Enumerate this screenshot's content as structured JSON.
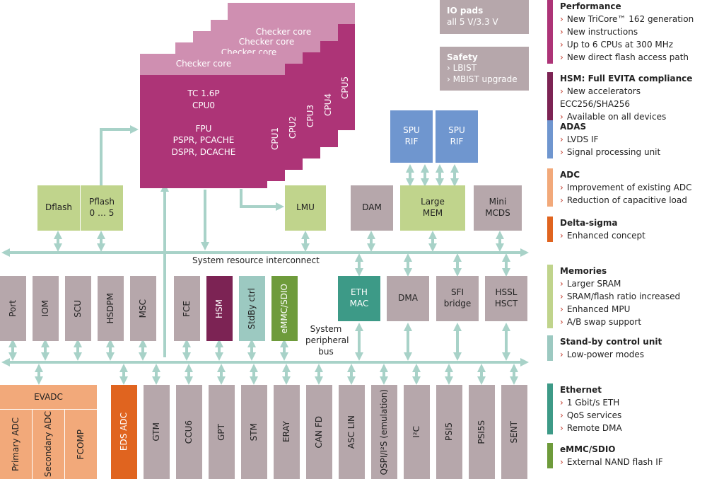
{
  "cpu": {
    "checker": "Checker core",
    "main_lines": [
      "TC 1.6P",
      "CPU0",
      "",
      "FPU",
      "PSPR, PCACHE",
      "DSPR, DCACHE"
    ],
    "labels": [
      "CPU1",
      "CPU2",
      "CPU3",
      "CPU4",
      "CPU5"
    ]
  },
  "io_pads": {
    "title": "IO pads",
    "text": "all 5 V/3.3 V"
  },
  "safety": {
    "title": "Safety",
    "items": [
      "LBIST",
      "MBIST upgrade"
    ]
  },
  "spu": [
    "SPU\nRIF",
    "SPU\nRIF"
  ],
  "flash": {
    "dflash": "Dflash",
    "pflash": "Pflash\n0 … 5"
  },
  "lmu": "LMU",
  "dam": "DAM",
  "large_mem": "Large\nMEM",
  "mini_mcds": "Mini\nMCDS",
  "sri_label": "System resource interconnect",
  "spb_label": "System\nperipheral\nbus",
  "mid_row": [
    "Port",
    "IOM",
    "SCU",
    "HSDPM",
    "MSC",
    "FCE",
    "HSM",
    "StdBy ctrl",
    "eMMC/SDIO"
  ],
  "eth": "ETH\nMAC",
  "dma": "DMA",
  "sfi": "SFI\nbridge",
  "hssl": "HSSL\nHSCT",
  "evadc": {
    "title": "EVADC",
    "subs": [
      "Primary ADC",
      "Secondary ADC",
      "FCOMP"
    ]
  },
  "bottom_row": [
    "EDS ADC",
    "GTM",
    "CCU6",
    "GPT",
    "STM",
    "ERAY",
    "CAN FD",
    "ASC LIN",
    "QSPI/I²S (emulation)",
    "I²C",
    "PSI5",
    "PSI5S",
    "SENT"
  ],
  "colors": {
    "performance": "#ad3477",
    "hsm": "#7c2354",
    "adas": "#6f96cf",
    "adc": "#f2a97a",
    "delta_sigma": "#e0641f",
    "memories": "#c0d48c",
    "standby": "#9cc9c1",
    "ethernet": "#3d9a87",
    "emmc": "#6e9b3b",
    "arrow": "#a8d2c8",
    "gray": "#b6a7ab"
  },
  "legend": [
    {
      "title": "Performance",
      "color_key": "performance",
      "items": [
        "New TriCore™ 162 generation",
        "New instructions",
        "Up to 6 CPUs at 300 MHz",
        "New direct flash access path"
      ]
    },
    {
      "title": "HSM: Full EVITA compliance",
      "color_key": "hsm",
      "items": [
        "New accelerators ECC256/SHA256",
        "Available on all devices"
      ]
    },
    {
      "title": "ADAS",
      "color_key": "adas",
      "items": [
        "LVDS IF",
        "Signal processing unit"
      ]
    },
    {
      "title": "ADC",
      "color_key": "adc",
      "items": [
        "Improvement of existing ADC",
        "Reduction of capacitive load"
      ]
    },
    {
      "title": "Delta-sigma",
      "color_key": "delta_sigma",
      "items": [
        "Enhanced concept"
      ]
    },
    {
      "title": "Memories",
      "color_key": "memories",
      "items": [
        "Larger SRAM",
        "SRAM/flash ratio increased",
        "Enhanced MPU",
        "A/B swap support"
      ]
    },
    {
      "title": "Stand-by control unit",
      "color_key": "standby",
      "items": [
        "Low-power modes"
      ]
    },
    {
      "title": "Ethernet",
      "color_key": "ethernet",
      "items": [
        "1 Gbit/s ETH",
        "QoS services",
        "Remote DMA"
      ]
    },
    {
      "title": "eMMC/SDIO",
      "color_key": "emmc",
      "items": [
        "External NAND flash IF"
      ]
    }
  ]
}
